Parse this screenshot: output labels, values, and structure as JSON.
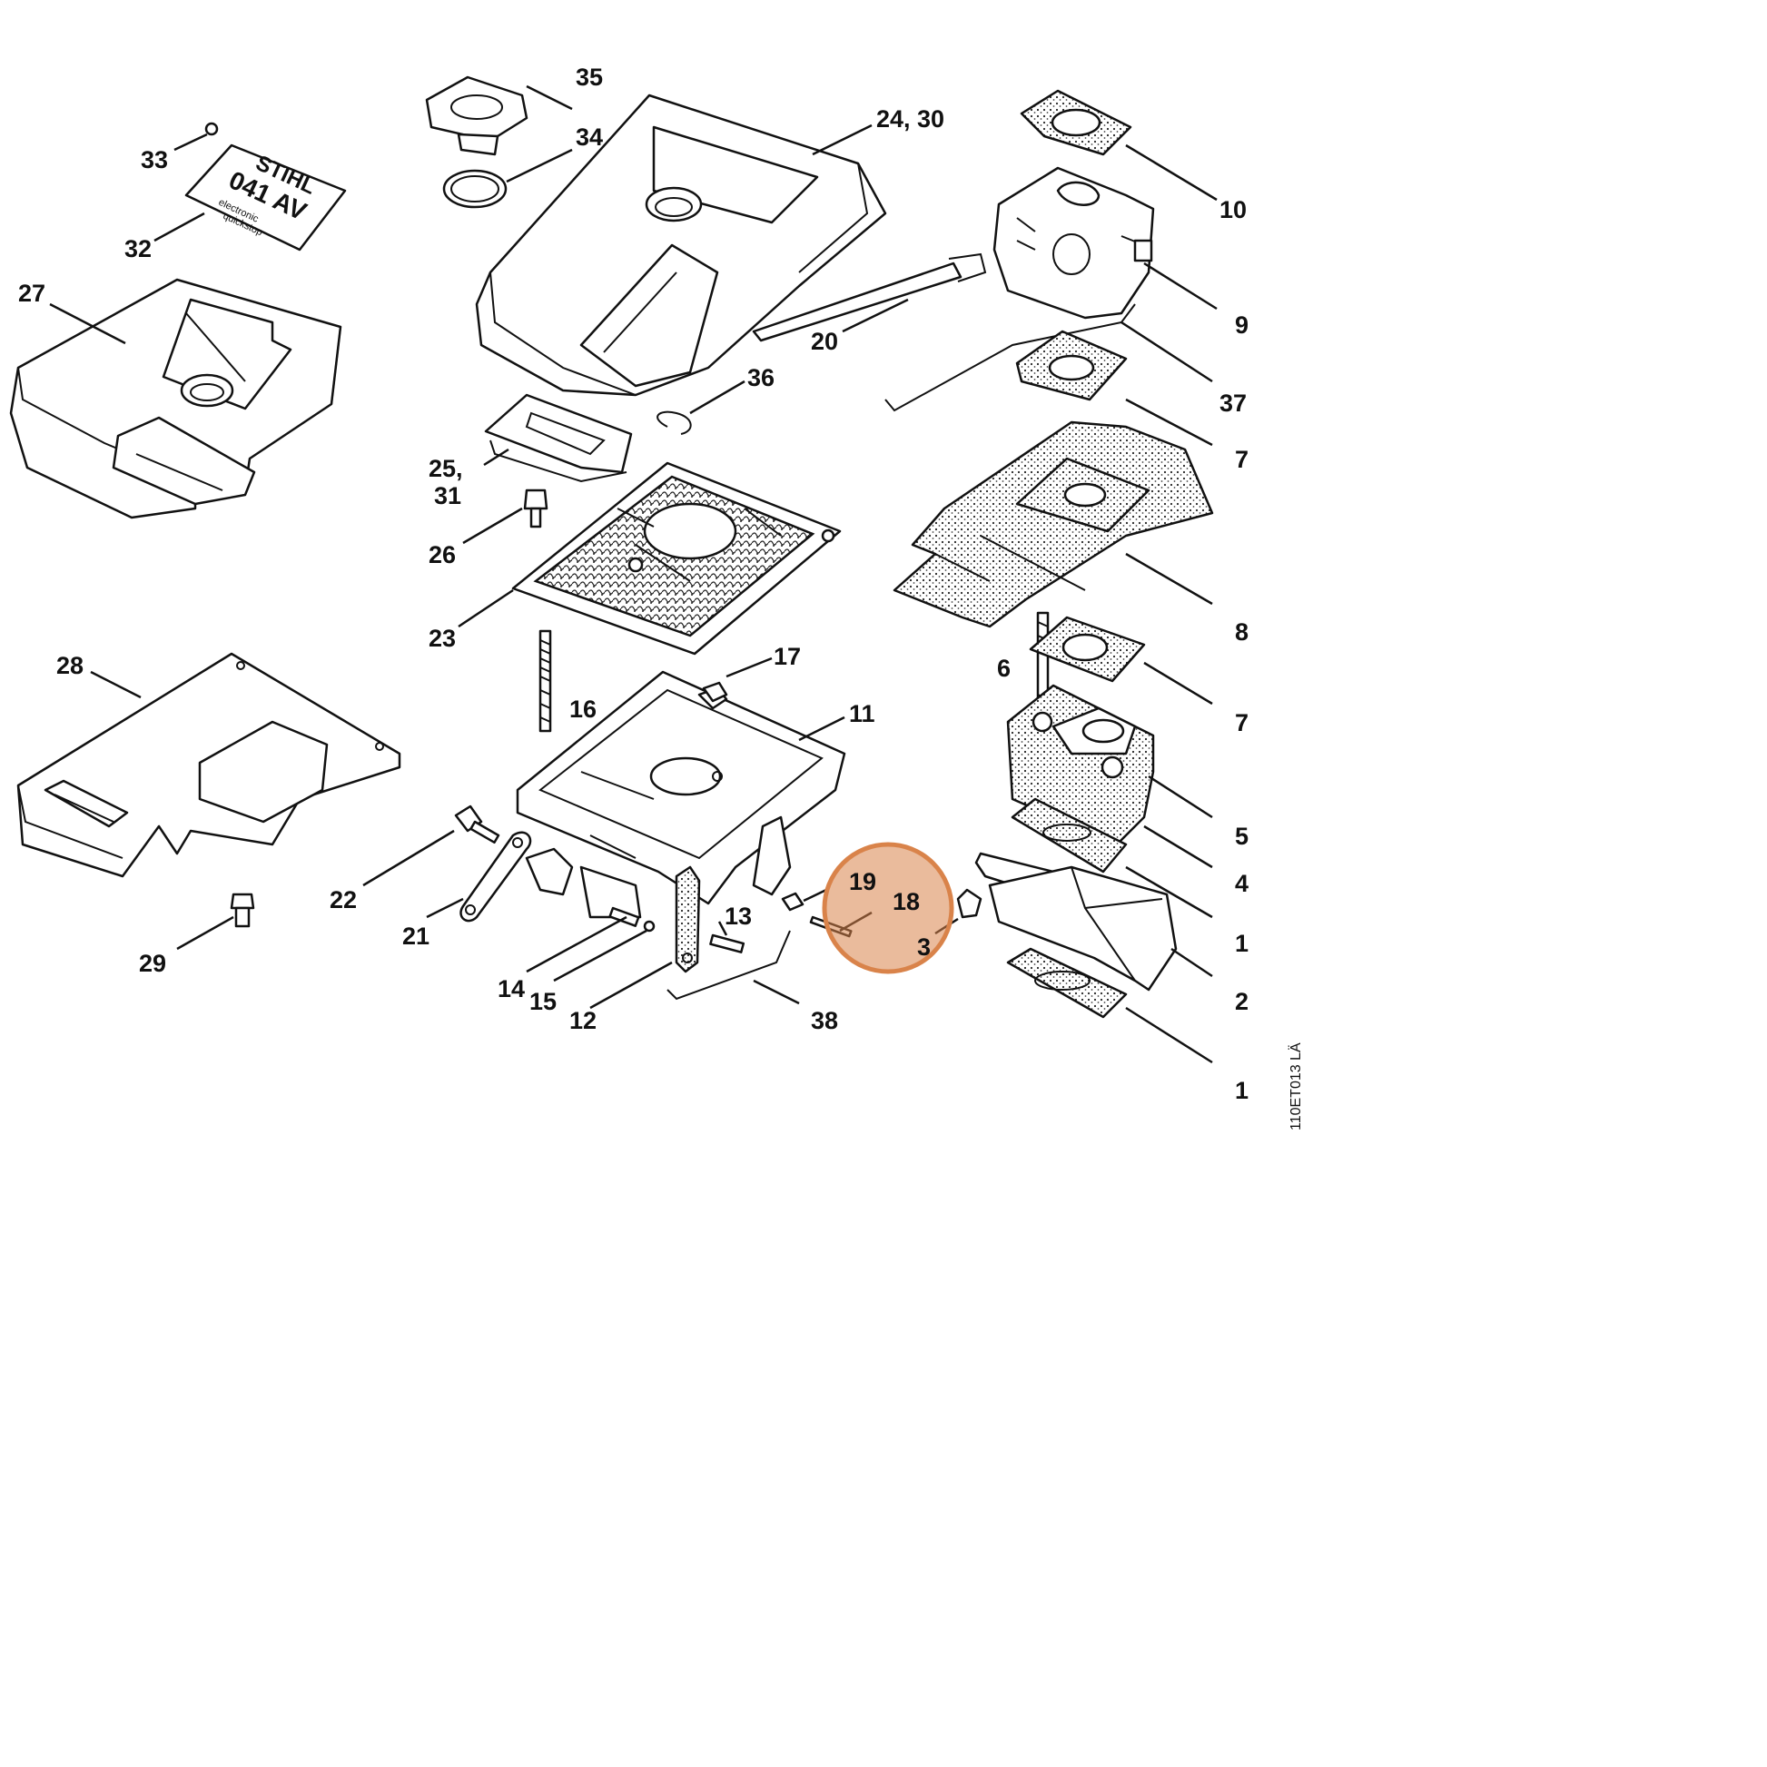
{
  "diagram": {
    "drawing_code": "110ET013 LÄ",
    "highlight": {
      "color": "#d9834a",
      "fill_opacity": 0.55
    },
    "decal_text": {
      "brand": "STIHL",
      "model": "041 AV",
      "line1": "electronic",
      "line2": "quickstop"
    },
    "labels": {
      "l1a": "1",
      "l1b": "1",
      "l2": "2",
      "l3": "3",
      "l4": "4",
      "l5": "5",
      "l6": "6",
      "l7a": "7",
      "l7b": "7",
      "l8": "8",
      "l9": "9",
      "l10": "10",
      "l11": "11",
      "l12": "12",
      "l13": "13",
      "l14": "14",
      "l15": "15",
      "l16": "16",
      "l17": "17",
      "l18": "18",
      "l19": "19",
      "l20": "20",
      "l21": "21",
      "l22": "22",
      "l23": "23",
      "l24_30": "24, 30",
      "l25": "25,",
      "l31": "31",
      "l26": "26",
      "l27": "27",
      "l28": "28",
      "l29": "29",
      "l32": "32",
      "l33": "33",
      "l34": "34",
      "l35": "35",
      "l36": "36",
      "l37": "37",
      "l38": "38"
    }
  }
}
